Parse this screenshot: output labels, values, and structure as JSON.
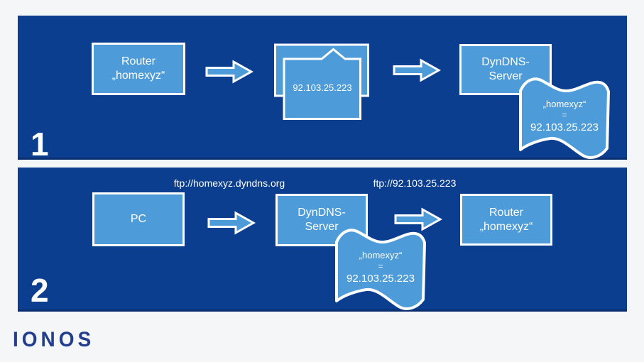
{
  "colors": {
    "page_bg": "#f5f6f7",
    "panel_bg": "#0c3e90",
    "panel_edge": "#0a2e6e",
    "shape_fill": "#4d9cd9",
    "stroke": "#ffffff",
    "text": "#ffffff",
    "logo_blue": "#243e8e"
  },
  "step1": {
    "number": "1",
    "router": {
      "line1": "Router",
      "line2": "„homexyz“"
    },
    "document_ip": "92.103.25.223",
    "server": {
      "line1": "DynDNS-",
      "line2": "Server"
    },
    "flag": {
      "name": "„homexyz“",
      "equals": "=",
      "ip": "92.103.25.223"
    }
  },
  "step2": {
    "number": "2",
    "request_url": "ftp://homexyz.dyndns.org",
    "resolved_url": "ftp://92.103.25.223",
    "pc": {
      "label": "PC"
    },
    "server": {
      "line1": "DynDNS-",
      "line2": "Server"
    },
    "router": {
      "line1": "Router",
      "line2": "„homexyz“"
    },
    "flag": {
      "name": "„homexyz“",
      "equals": "=",
      "ip": "92.103.25.223"
    }
  },
  "footer": {
    "brand": "IONOS"
  }
}
